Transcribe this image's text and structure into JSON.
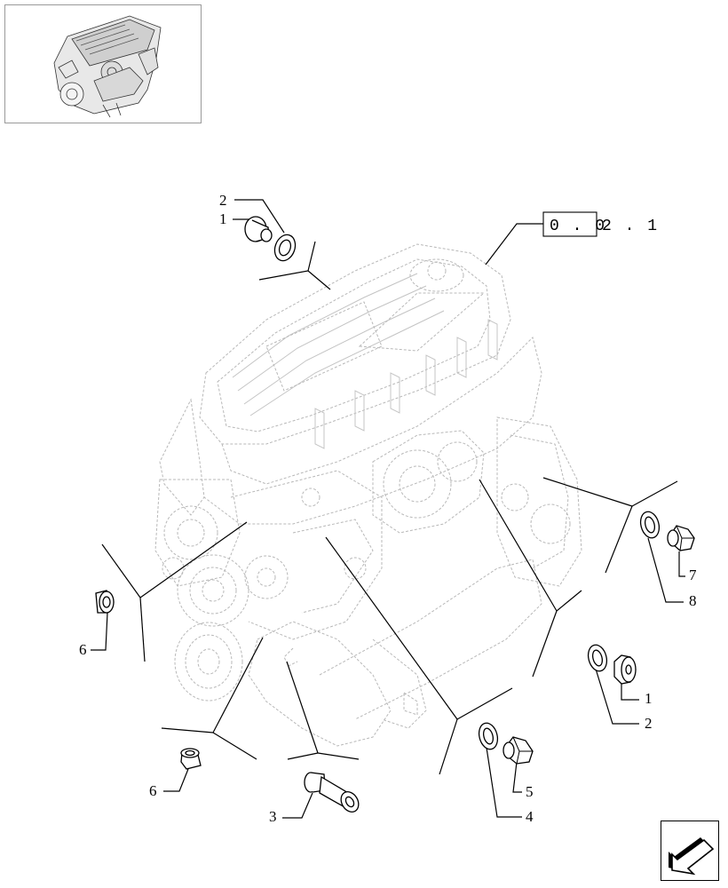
{
  "reference_box": {
    "boxed_digits": "0 . 0",
    "trailing_digits": "2 . 1"
  },
  "callouts": {
    "top_1": "1",
    "top_2": "2",
    "right_7": "7",
    "right_8": "8",
    "right_1": "1",
    "right_2": "2",
    "bottom_5": "5",
    "bottom_4": "4",
    "bottom_3": "3",
    "left_6a": "6",
    "left_6b": "6"
  },
  "icons": {
    "thumbnail": "engine-thumbnail-icon",
    "next_page": "next-page-arrow-icon"
  }
}
